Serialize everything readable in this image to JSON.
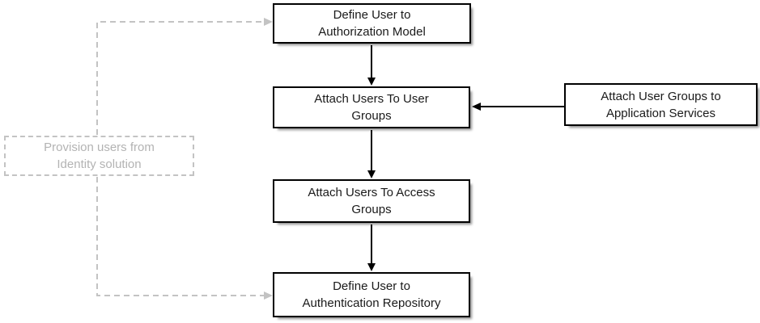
{
  "diagram": {
    "background": "#ffffff",
    "colors": {
      "box_border": "#000000",
      "box_fill": "#ffffff",
      "box_text": "#1a1a1a",
      "arrow": "#000000",
      "muted_gray": "#c3c3c3",
      "muted_text": "#b3b3b3"
    },
    "nodes": [
      {
        "id": "define-user-to-authorization-model",
        "lines": [
          "Define User to",
          "Authorization Model"
        ]
      },
      {
        "id": "attach-users-to-user-groups",
        "lines": [
          "Attach Users To User",
          "Groups"
        ]
      },
      {
        "id": "attach-user-groups-to-application-services",
        "lines": [
          "Attach User Groups to",
          "Application Services"
        ]
      },
      {
        "id": "attach-users-to-access-groups",
        "lines": [
          "Attach Users To Access",
          "Groups"
        ]
      },
      {
        "id": "define-user-to-authentication-repository",
        "lines": [
          "Define User to",
          "Authentication Repository"
        ]
      },
      {
        "id": "provision-users-from-identity-solution",
        "lines": [
          "Provision users from",
          "Identity solution"
        ],
        "muted": true
      }
    ],
    "edges": [
      {
        "from": "define-user-to-authorization-model",
        "to": "attach-users-to-user-groups",
        "style": "solid"
      },
      {
        "from": "attach-users-to-user-groups",
        "to": "attach-users-to-access-groups",
        "style": "solid"
      },
      {
        "from": "attach-users-to-access-groups",
        "to": "define-user-to-authentication-repository",
        "style": "solid"
      },
      {
        "from": "attach-user-groups-to-application-services",
        "to": "attach-users-to-user-groups",
        "style": "solid"
      },
      {
        "from": "provision-users-from-identity-solution",
        "to": "define-user-to-authorization-model",
        "style": "dashed"
      },
      {
        "from": "provision-users-from-identity-solution",
        "to": "define-user-to-authentication-repository",
        "style": "dashed"
      }
    ]
  }
}
